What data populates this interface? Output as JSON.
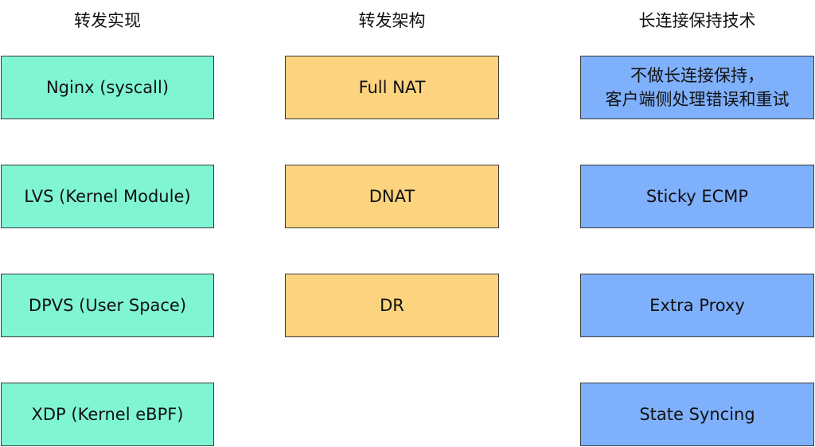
{
  "colors": {
    "implementation_fill": "#7ff5d3",
    "architecture_fill": "#fcd37f",
    "keepalive_fill": "#7fb0fc",
    "border": "#3a3a3a"
  },
  "columns": [
    {
      "header": "转发实现",
      "items": [
        {
          "lines": [
            "Nginx (syscall)"
          ]
        },
        {
          "lines": [
            "LVS (Kernel Module)"
          ]
        },
        {
          "lines": [
            "DPVS (User Space)"
          ]
        },
        {
          "lines": [
            "XDP (Kernel eBPF)"
          ]
        }
      ]
    },
    {
      "header": "转发架构",
      "items": [
        {
          "lines": [
            "Full NAT"
          ]
        },
        {
          "lines": [
            "DNAT"
          ]
        },
        {
          "lines": [
            "DR"
          ]
        }
      ]
    },
    {
      "header": "长连接保持技术",
      "items": [
        {
          "lines": [
            "不做长连接保持，",
            "客户端侧处理错误和重试"
          ]
        },
        {
          "lines": [
            "Sticky ECMP"
          ]
        },
        {
          "lines": [
            "Extra Proxy"
          ]
        },
        {
          "lines": [
            "State Syncing"
          ]
        }
      ]
    }
  ]
}
